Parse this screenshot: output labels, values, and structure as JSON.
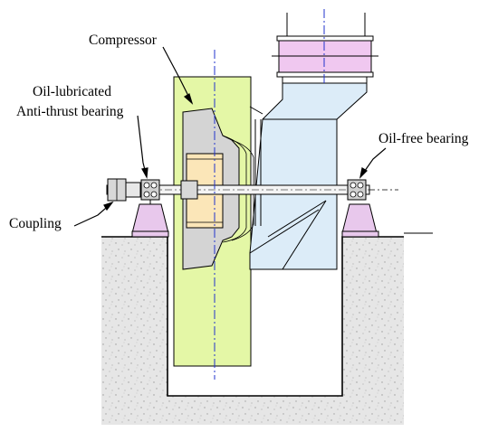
{
  "labels": {
    "compressor": "Compressor",
    "oil_lubricated_line1": "Oil-lubricated",
    "oil_lubricated_line2": "Anti-thrust bearing",
    "oil_free": "Oil-free bearing",
    "coupling": "Coupling"
  },
  "colors": {
    "casing_green": "#e4f7a6",
    "duct_blue": "#dcecf8",
    "filter_pink": "#f0c8f0",
    "bearing_pedestal": "#e8c8ec",
    "hub_yellow": "#fbe6b8",
    "impeller_gray": "#d4d4d4",
    "foundation": "#e2e2e2",
    "centerline": "#2233cc"
  }
}
